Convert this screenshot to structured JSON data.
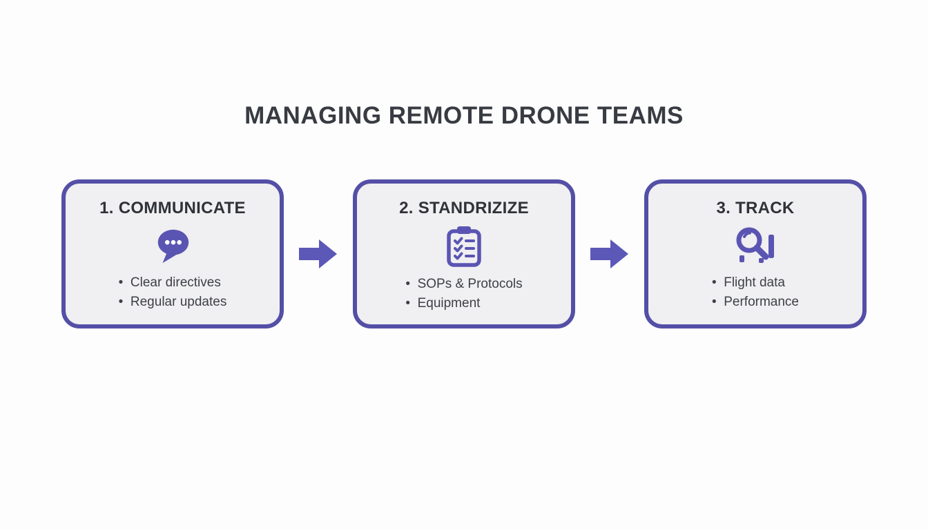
{
  "title": "MANAGING REMOTE DRONE TEAMS",
  "colors": {
    "accent_purple": "#5a55b2",
    "card_border": "#544fa6",
    "card_background": "#f0eff1",
    "title_text": "#383b42",
    "body_text": "#3d4047"
  },
  "steps": [
    {
      "label": "1. COMMUNICATE",
      "icon": "speech-bubble-icon",
      "bullets": [
        "Clear directives",
        "Regular updates"
      ]
    },
    {
      "label": "2. STANDRIZIZE",
      "icon": "clipboard-checklist-icon",
      "bullets": [
        "SOPs & Protocols",
        "Equipment"
      ]
    },
    {
      "label": "3. TRACK",
      "icon": "magnifier-bar-chart-icon",
      "bullets": [
        "Flight data",
        "Performance"
      ]
    }
  ]
}
